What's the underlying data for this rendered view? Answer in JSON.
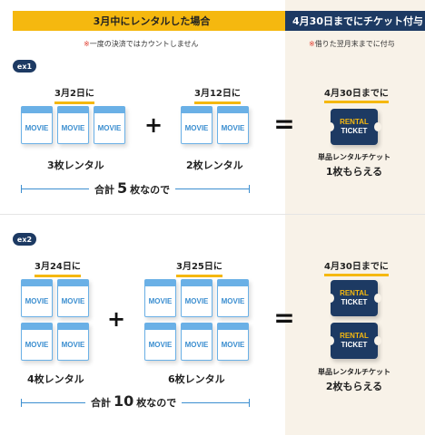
{
  "header": {
    "left": "3月中にレンタルした場合",
    "right": "4月30日までにチケット付与"
  },
  "notes": {
    "left_mark": "※",
    "left_text": "一度の決済ではカウントしません",
    "right_mark": "※",
    "right_text": "借りた翌月末までに付与"
  },
  "card_label": "MOVIE",
  "ticket": {
    "line1": "RENTAL",
    "line2": "TICKET"
  },
  "ex1": {
    "label": "ex1",
    "group1_date": "3月2日に",
    "group1_count": "3枚レンタル",
    "group2_date": "3月12日に",
    "group2_count": "2枚レンタル",
    "total_prefix": "合計",
    "total_number": "5",
    "total_suffix": "枚なので",
    "result_date": "4月30日までに",
    "result_line1": "単品レンタルチケット",
    "result_line2": "1枚もらえる"
  },
  "ex2": {
    "label": "ex2",
    "group1_date": "3月24日に",
    "group1_count": "4枚レンタル",
    "group2_date": "3月25日に",
    "group2_count": "6枚レンタル",
    "total_prefix": "合計",
    "total_number": "10",
    "total_suffix": "枚なので",
    "result_date": "4月30日までに",
    "result_line1": "単品レンタルチケット",
    "result_line2": "2枚もらえる"
  },
  "operators": {
    "plus": "+",
    "equals": "="
  }
}
